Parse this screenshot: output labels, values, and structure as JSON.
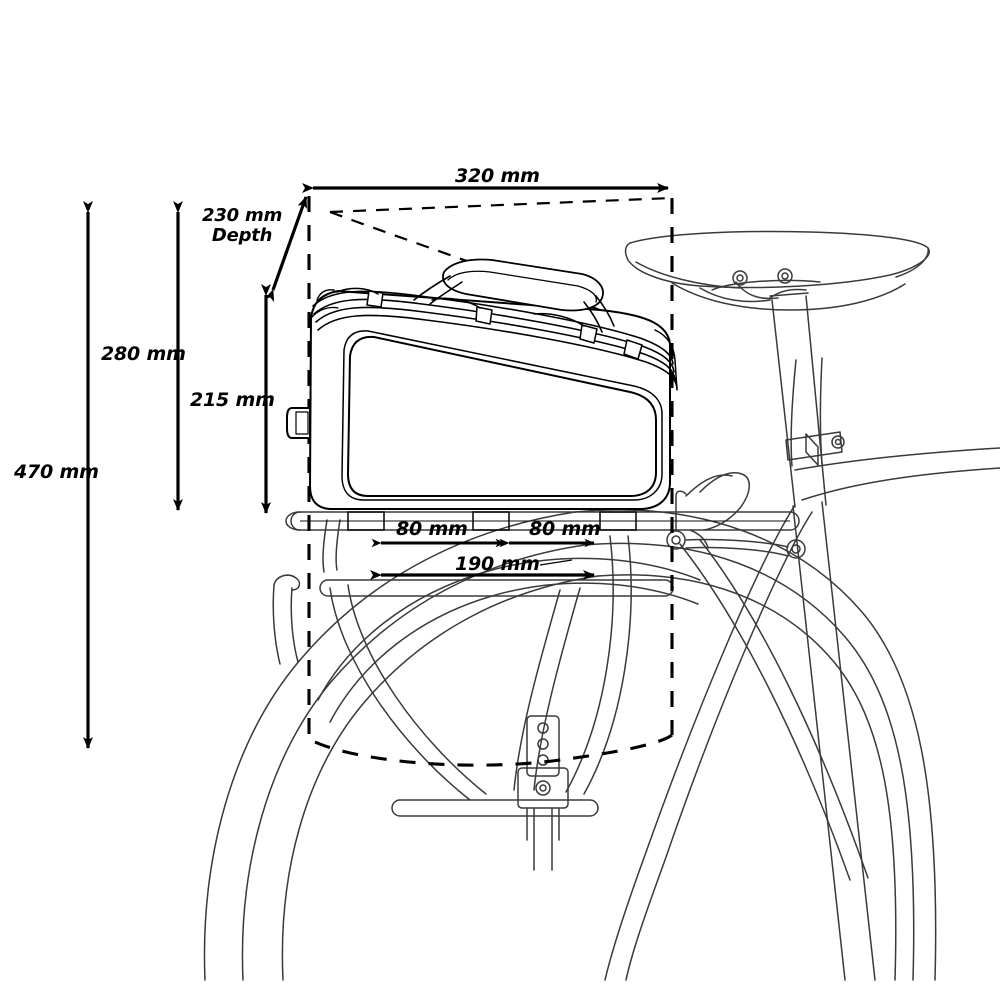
{
  "diagram": {
    "title": "Bicycle rack trunk bag dimension drawing",
    "subject": "rear rack bag mounted on bicycle carrier",
    "units": "mm",
    "line_color": "#000000",
    "bike_line_color": "#333333",
    "background": "#ffffff"
  },
  "dimensions": {
    "overall_height_from_ground": {
      "value": "470 mm",
      "name": "470-mm-label"
    },
    "height_above_rack_area": {
      "value": "280 mm",
      "name": "280-mm-label"
    },
    "bag_height": {
      "value": "215 mm",
      "name": "215-mm-label"
    },
    "bag_depth_value": "230 mm",
    "bag_depth_word": "Depth",
    "bag_length": {
      "value": "320 mm",
      "name": "320-mm-label"
    },
    "rail_spacing_left": {
      "value": "80 mm",
      "name": "80-mm-left-label"
    },
    "rail_spacing_right": {
      "value": "80 mm",
      "name": "80-mm-right-label"
    },
    "rack_mount_width": {
      "value": "190 mm",
      "name": "190-mm-label"
    }
  },
  "chart_data": {
    "type": "table",
    "title": "Bicycle rack trunk bag dimensions",
    "categories": [
      "470 mm",
      "280 mm",
      "215 mm",
      "230 mm Depth",
      "320 mm",
      "80 mm",
      "80 mm",
      "190 mm"
    ],
    "values": [
      470,
      280,
      215,
      230,
      320,
      80,
      80,
      190
    ],
    "xlabel": "",
    "ylabel": "millimetres"
  },
  "parts": {
    "bag": "rack-trunk-bag",
    "bag_handle": "carry-handle",
    "bag_panel": "side-panel",
    "bag_zipper": "zipper-band",
    "bag_clip": "side-clip",
    "dashed_outline": "expanded-volume-outline",
    "saddle": "bicycle-saddle",
    "seatpost": "seatpost",
    "seat_clamp": "seatpost-clamp",
    "rack": "rear-rack",
    "rack_rails": "rack-top-rails",
    "rack_struts": "rack-struts",
    "fender": "rear-fender",
    "wheel": "rear-wheel",
    "seat_tube": "seat-tube",
    "seat_stay": "seat-stay"
  }
}
